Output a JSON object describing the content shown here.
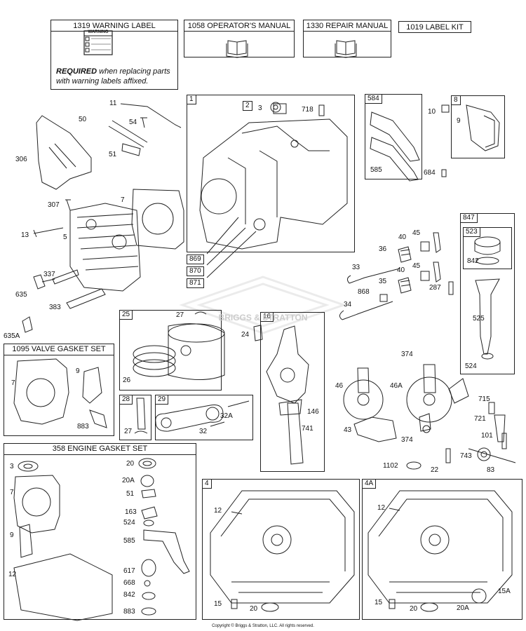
{
  "headers": {
    "warning_label": "1319 WARNING LABEL",
    "operators_manual": "1058 OPERATOR'S MANUAL",
    "repair_manual": "1330 REPAIR MANUAL",
    "label_kit": "1019 LABEL KIT",
    "valve_gasket_set": "1095 VALVE GASKET SET",
    "engine_gasket_set": "358 ENGINE GASKET SET"
  },
  "warning": {
    "sticker_title": "WARNING",
    "required_bold": "REQUIRED",
    "required_text": " when replacing parts",
    "required_text2": "with warning labels affixed."
  },
  "groups": {
    "g1": "1",
    "g2": "2",
    "g584": "584",
    "g8": "8",
    "g847": "847",
    "g523": "523",
    "g25": "25",
    "g16": "16",
    "g28": "28",
    "g29": "29",
    "g4": "4",
    "g4a": "4A"
  },
  "labels": {
    "l11": "11",
    "l50": "50",
    "l54": "54",
    "l51": "51",
    "l306": "306",
    "l7": "7",
    "l307": "307",
    "l13": "13",
    "l5": "5",
    "l337": "337",
    "l635": "635",
    "l383": "383",
    "l635a": "635A",
    "l3": "3",
    "l718": "718",
    "l869": "869",
    "l870": "870",
    "l871": "871",
    "l585": "585",
    "l684": "684",
    "l10": "10",
    "l9": "9",
    "l842": "842",
    "l525": "525",
    "l524": "524",
    "l40a": "40",
    "l45a": "45",
    "l36": "36",
    "l33": "33",
    "l40b": "40",
    "l45b": "45",
    "l868": "868",
    "l35": "35",
    "l287": "287",
    "l34": "34",
    "l27": "27",
    "l26": "26",
    "l24": "24",
    "l146": "146",
    "l741": "741",
    "l374a": "374",
    "l46": "46",
    "l46a": "46A",
    "l43": "43",
    "l374b": "374",
    "l715": "715",
    "l721": "721",
    "l101": "101",
    "l743": "743",
    "l1102": "1102",
    "l22": "22",
    "l83": "83",
    "l27b": "27",
    "l32a": "32A",
    "l32": "32",
    "v7": "7",
    "v9": "9",
    "v883": "883",
    "e3": "3",
    "e7": "7",
    "e9": "9",
    "e12": "12",
    "e20": "20",
    "e20a": "20A",
    "e51": "51",
    "e163": "163",
    "e524": "524",
    "e585": "585",
    "e617": "617",
    "e668": "668",
    "e842": "842",
    "e883": "883",
    "c12a": "12",
    "c15a": "15",
    "c20a": "20",
    "c12b": "12",
    "c15b": "15",
    "c20b": "20",
    "c20ab": "20A",
    "c15ab": "15A"
  },
  "watermark": "BRIGGS & STRATTON",
  "copyright": "Copyright © Briggs & Stratton, LLC. All rights reserved."
}
